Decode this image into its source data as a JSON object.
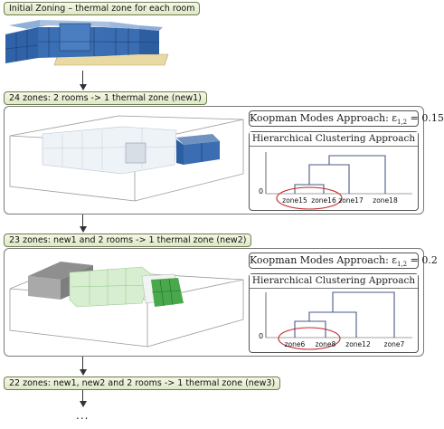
{
  "steps": {
    "s0": "Initial Zoning – thermal zone for each room",
    "s1": "24 zones: 2 rooms -> 1 thermal zone (new1)",
    "s2": "23 zones: new1 and 2 rooms -> 1 thermal zone (new2)",
    "s3": "22 zones: new1, new2 and 2 rooms -> 1 thermal zone (new3)"
  },
  "panel1": {
    "koopman_prefix": "Koopman Modes Approach: ε",
    "koopman_sub": "1,2",
    "koopman_suffix": " = 0.15",
    "clustering_title": "Hierarchical Clustering Approach",
    "axis_zero": "0",
    "leaves": [
      "zone15",
      "zone16",
      "zone17",
      "zone18"
    ]
  },
  "panel2": {
    "koopman_prefix": "Koopman Modes Approach: ε",
    "koopman_sub": "1,2",
    "koopman_suffix": " = 0.2",
    "clustering_title": "Hierarchical Clustering Approach",
    "axis_zero": "0",
    "leaves": [
      "zone6",
      "zone8",
      "zone12",
      "zone7"
    ]
  },
  "continuation": "...",
  "colors": {
    "building_blue": "#3f74b3",
    "highlight_green": "#49a84a",
    "dendrogram": "#4a5a8a",
    "ellipse": "#c0282c",
    "label_fill": "#e2eacb"
  }
}
